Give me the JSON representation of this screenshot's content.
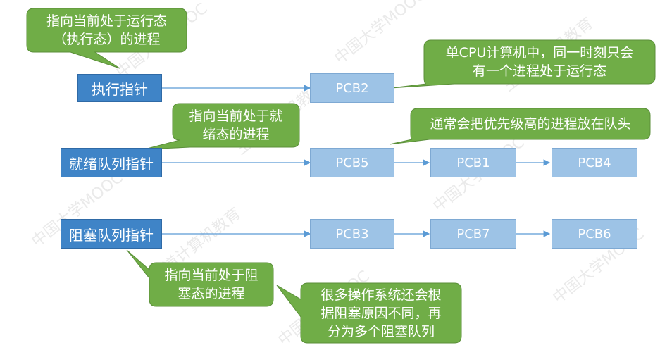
{
  "colors": {
    "pointer_fill": "#3f84c7",
    "pcb_fill": "#9dc3e6",
    "callout_fill": "#70ad47",
    "arrow": "#5b9bd5"
  },
  "pointers": {
    "running": "执行指针",
    "ready": "就绪队列指针",
    "blocked": "阻塞队列指针"
  },
  "queues": {
    "running": [
      "PCB2"
    ],
    "ready": [
      "PCB5",
      "PCB1",
      "PCB4"
    ],
    "blocked": [
      "PCB3",
      "PCB7",
      "PCB6"
    ]
  },
  "callouts": {
    "running_pointer": "指向当前处于运行态\n（执行态）的进程",
    "single_cpu": "单CPU计算机中，同一时刻只会\n有一个进程处于运行态",
    "ready_pointer": "指向当前处于就\n绪态的进程",
    "priority": "通常会把优先级高的进程放在队头",
    "blocked_pointer": "指向当前处于阻\n塞态的进程",
    "multiple_blocked": "很多操作系统还会根\n据阻塞原因不同，再\n分为多个阻塞队列"
  },
  "watermark": {
    "text_1": "中国大学MOOC",
    "text_2": "王道计算机教育"
  }
}
